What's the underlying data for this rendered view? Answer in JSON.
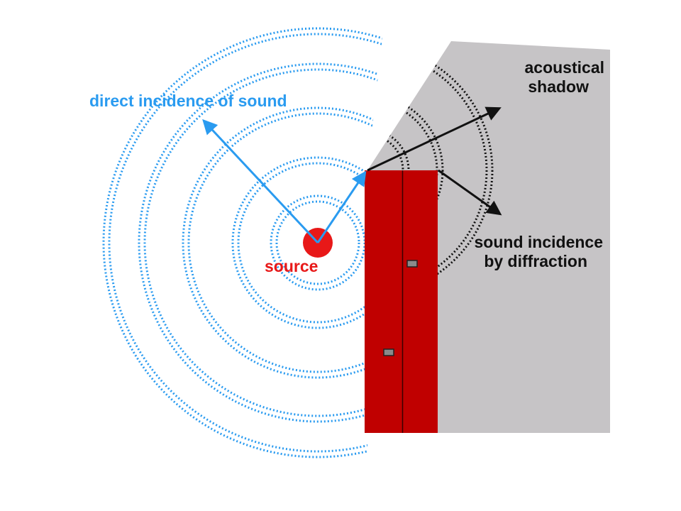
{
  "labels": {
    "direct": "direct incidence of sound",
    "source": "source",
    "shadow_line1": "acoustical",
    "shadow_line2": "shadow",
    "diffraction_line1": "sound incidence",
    "diffraction_line2": "by diffraction"
  },
  "colors": {
    "wave_blue": "#2a9bf0",
    "source_red": "#e81818",
    "wall_red": "#c00000",
    "shadow_gray": "#c6c4c6",
    "diffraction_black": "#111111"
  },
  "icons": {
    "sound_source": "red-dot",
    "wall": "red-door-panel"
  }
}
